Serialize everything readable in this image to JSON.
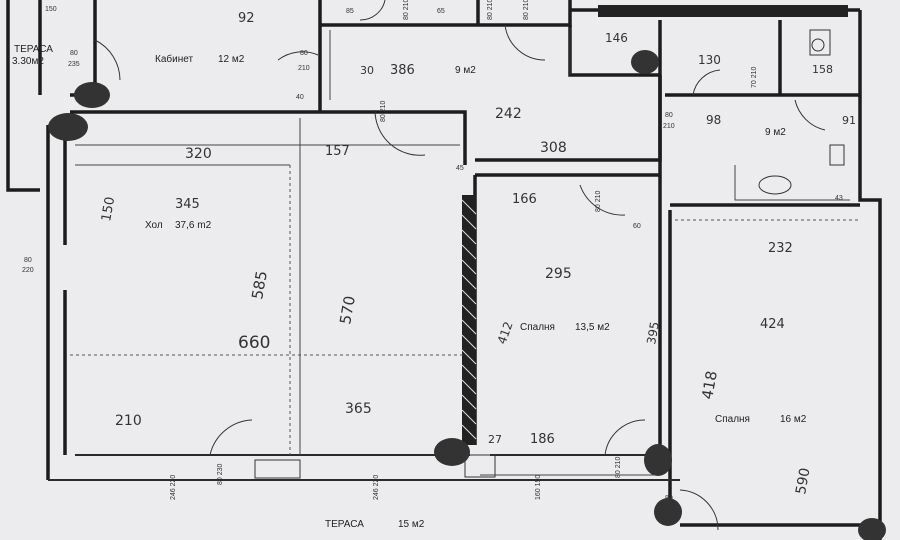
{
  "rooms": {
    "cabinet": {
      "name": "Кабинет",
      "area": "12 м2"
    },
    "hall": {
      "name": "Хол",
      "area": "37,6 m2"
    },
    "bedroom1": {
      "name": "Спалня",
      "area": "13,5 м2"
    },
    "bedroom2": {
      "name": "Спалня",
      "area": "16 м2"
    },
    "kitchen": {
      "area": "9 м2"
    },
    "bath": {
      "area": "9 м2"
    },
    "terrace_small": {
      "name": "ТЕРАСА",
      "area": "3.30м2"
    },
    "terrace_main": {
      "name": "ТЕРАСА",
      "area": "15 м2"
    }
  },
  "handwritten": {
    "hall_w1": "320",
    "hall_w2": "345",
    "hall_h1": "660",
    "hall_h2": "585",
    "hall_h3": "570",
    "hall_b1": "210",
    "hall_b2": "365",
    "hall_side": "150",
    "hall_top": "157",
    "kitchen_1": "386",
    "kitchen_2": "242",
    "kitchen_3": "308",
    "bed1_w": "295",
    "bed1_top": "166",
    "bed1_left": "412",
    "bed1_bottom": "186",
    "bed1_side": "395",
    "bed2_w": "232",
    "bed2_h": "418",
    "bed2_top": "424",
    "bed2_side": "590",
    "bath_1": "146",
    "bath_2": "130",
    "bath_3": "158",
    "bath_4": "98",
    "bath_5": "91",
    "cab_1": "92",
    "small_27": "27",
    "small_30": "30"
  },
  "doors": {
    "d1": "80\n235",
    "d2": "80\n210",
    "d3": "80\n210",
    "d4": "80\n220",
    "d5": "80\n210",
    "d6": "80\n210",
    "d7": "70\n210",
    "d8": "80\n230",
    "d9": "80\n210",
    "d10": "160\n150",
    "d11": "246\n220",
    "d12": "246\n220",
    "d13": "80\n210"
  },
  "misc": {
    "top_150": "150",
    "top_85": "85",
    "top_65": "65",
    "n40": "40",
    "n45": "45",
    "n60": "60",
    "n43": "43"
  }
}
